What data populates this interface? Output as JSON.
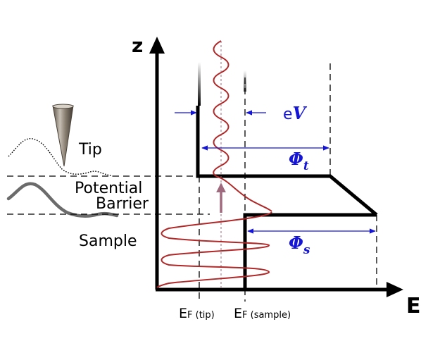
{
  "axes": {
    "y_label": "z",
    "x_label": "E"
  },
  "regions": {
    "tip": "Tip",
    "barrier_line1": "Potential",
    "barrier_line2": "Barrier",
    "sample": "Sample"
  },
  "bias": {
    "prefix": "e",
    "symbol": "V"
  },
  "work_functions": {
    "tip_symbol": "Φ",
    "tip_subscript": "t",
    "sample_symbol": "Φ",
    "sample_subscript": "s"
  },
  "fermi_levels": {
    "tip_main": "E",
    "tip_sub": "F (tip)",
    "sample_main": "E",
    "sample_sub": "F (sample)"
  },
  "colors": {
    "blue_annotation": "#1515d8",
    "wave": "#b02828",
    "tunnel_arrow": "#a06a7e"
  }
}
